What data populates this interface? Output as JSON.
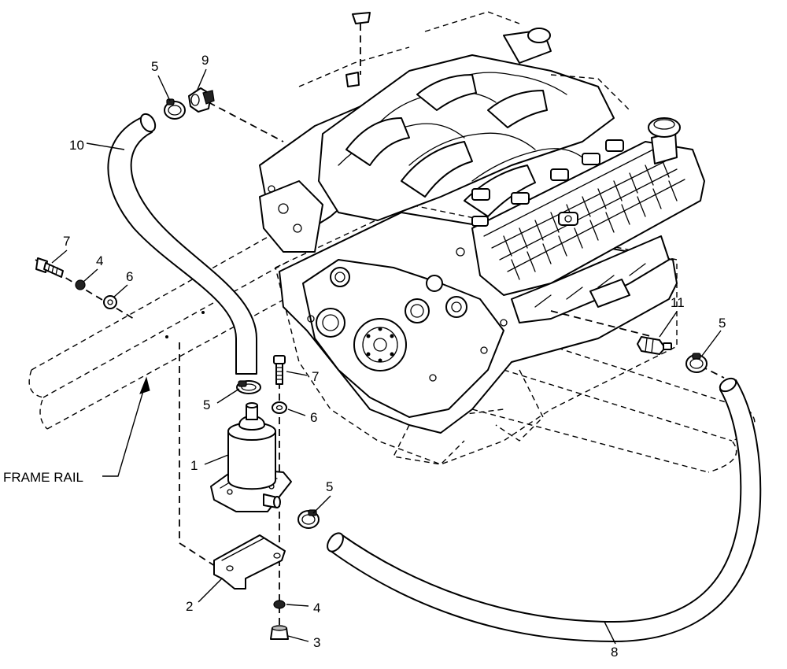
{
  "labels": {
    "frame_rail": "FRAME RAIL",
    "cooler": "1",
    "bracket": "2",
    "nut": "3",
    "washer_rail": "4",
    "washer_bracket": "4",
    "clamp_top": "5",
    "clamp_filter": "5",
    "clamp_outlet": "5",
    "clamp_right": "5",
    "washer_flat_rail": "6",
    "washer_flat_filter": "6",
    "bolt_rail": "7",
    "bolt_filter": "7",
    "hose_lower": "8",
    "elbow_fitting": "9",
    "hose_upper": "10",
    "connector_fitting": "11"
  }
}
